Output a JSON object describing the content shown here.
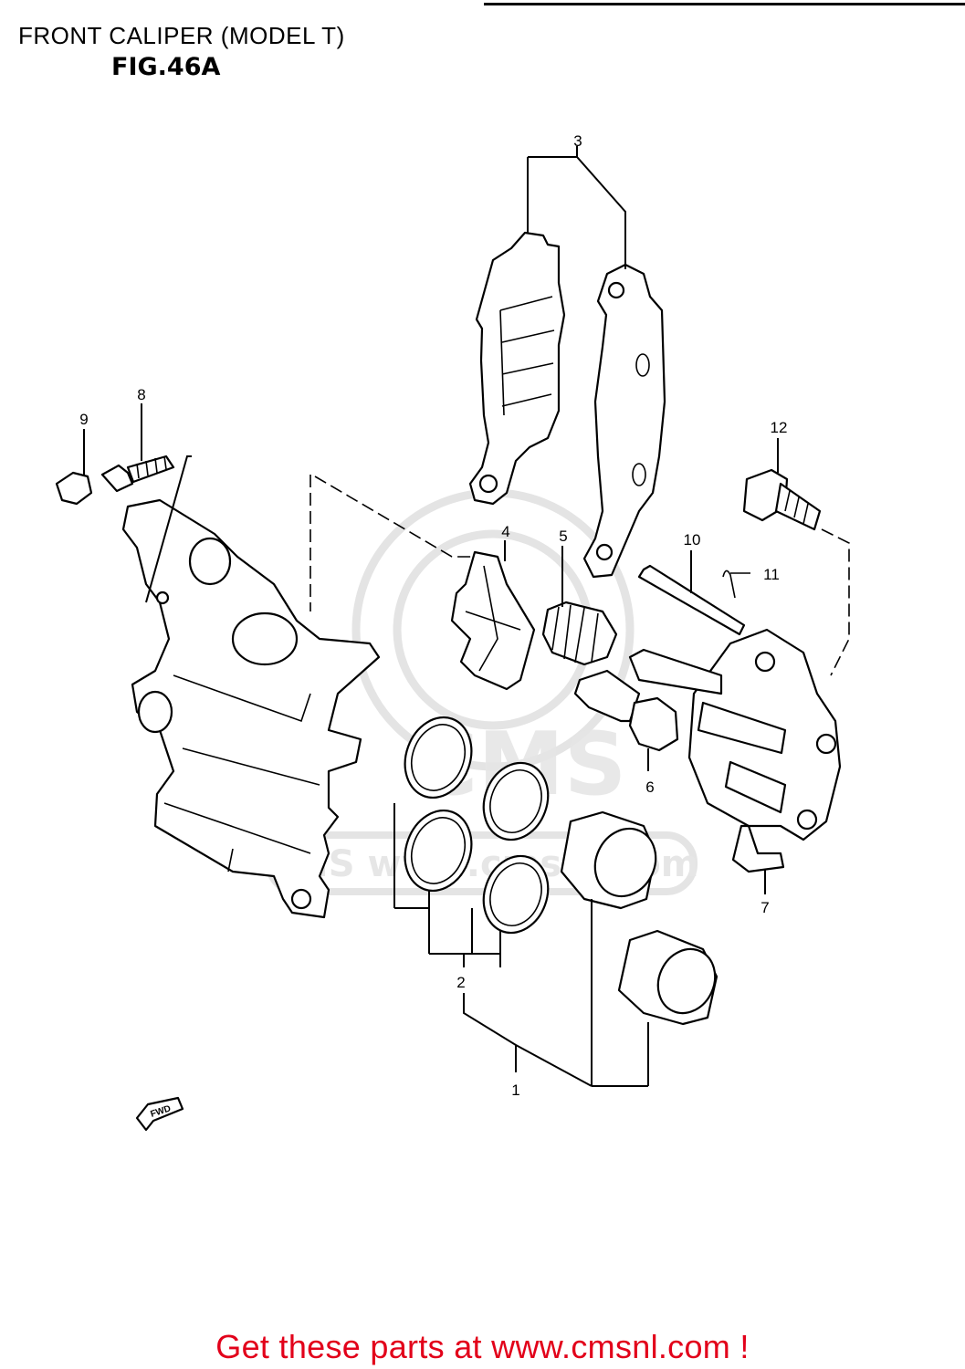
{
  "header": {
    "title": "FRONT CALIPER (MODEL T)",
    "figure": "FIG.46A"
  },
  "diagram": {
    "callouts": [
      "1",
      "2",
      "3",
      "4",
      "5",
      "6",
      "7",
      "8",
      "9",
      "10",
      "11",
      "12"
    ],
    "direction_marker": "FWD",
    "watermark": "CMS www.cmsnl.com"
  },
  "footer": {
    "text": "Get these parts at www.cmsnl.com !",
    "color": "#e2001a"
  }
}
